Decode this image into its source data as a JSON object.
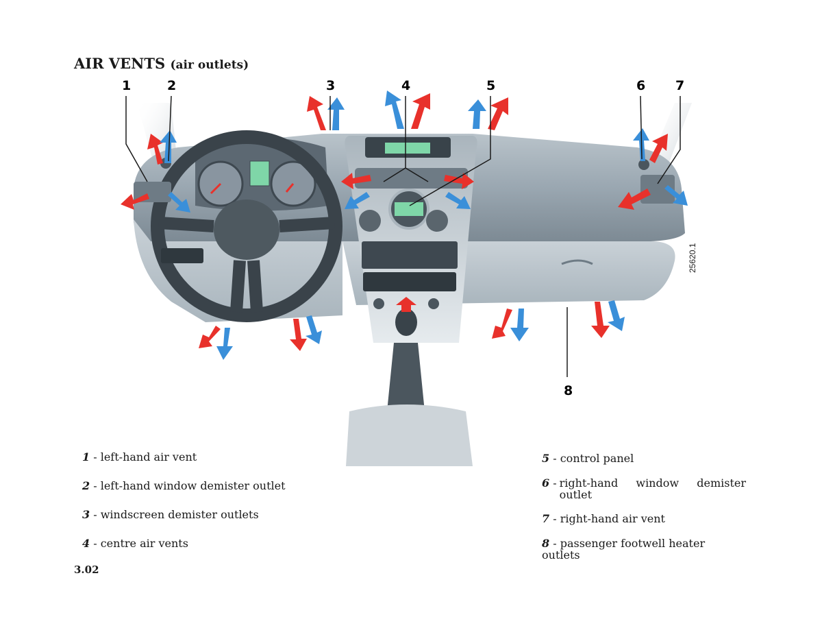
{
  "title": {
    "main": "AIR VENTS",
    "sub": "(air outlets)"
  },
  "figure": {
    "callouts": [
      "1",
      "2",
      "3",
      "4",
      "5",
      "6",
      "7",
      "8"
    ],
    "reference_code": "25620.1",
    "colors": {
      "warm_air": "#e8312b",
      "cool_air": "#3a8fd9",
      "dashboard": "#9aa7b1",
      "dashboard_dark": "#6e7b85",
      "dashboard_light": "#c7d0d6"
    }
  },
  "legend_left": [
    {
      "num": "1",
      "text": "left-hand air vent"
    },
    {
      "num": "2",
      "text": "left-hand window demister outlet"
    },
    {
      "num": "3",
      "text": "windscreen demister outlets"
    },
    {
      "num": "4",
      "text": "centre air vents"
    }
  ],
  "legend_right": [
    {
      "num": "5",
      "text": "control panel"
    },
    {
      "num": "6",
      "text": "right-hand window demister outlet"
    },
    {
      "num": "7",
      "text": "right-hand air vent"
    },
    {
      "num": "8",
      "text": "passenger footwell heater outlets"
    }
  ],
  "page_number": "3.02"
}
